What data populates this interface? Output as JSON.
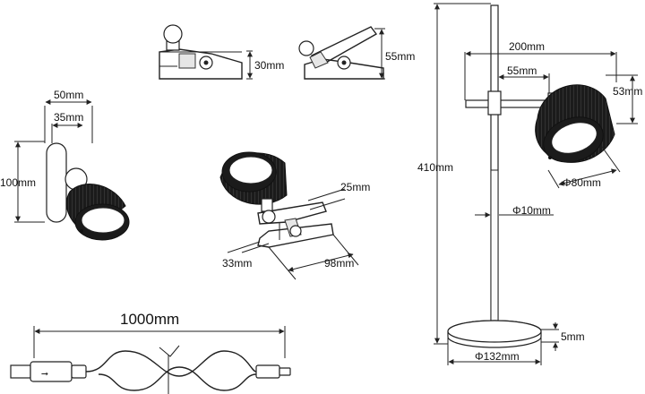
{
  "diagram": {
    "labels": {
      "clip_closed_height": "30mm",
      "clip_open_height": "55mm",
      "wall_width": "50mm",
      "wall_depth": "35mm",
      "wall_height": "100mm",
      "clip_depth": "25mm",
      "clip_height": "33mm",
      "clip_length": "98mm",
      "cable_length": "1000mm",
      "arm_width": "200mm",
      "arm_offset": "55mm",
      "head_height": "53mm",
      "total_height": "410mm",
      "head_diameter": "Φ80mm",
      "pole_diameter": "Φ10mm",
      "base_thickness": "5mm",
      "base_diameter": "Φ132mm"
    }
  }
}
